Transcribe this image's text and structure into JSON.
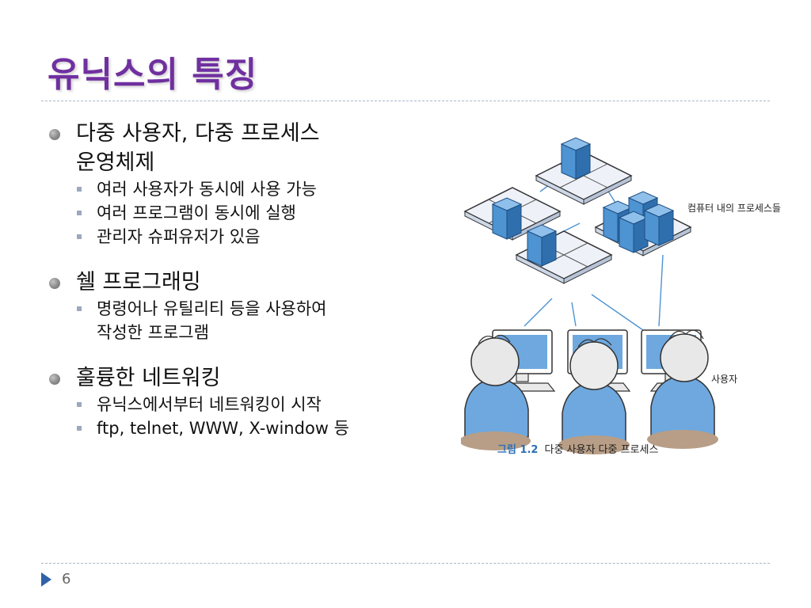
{
  "title": "유닉스의 특징",
  "bullets": [
    {
      "label": "다중 사용자, 다중 프로세스 운영체제",
      "label_lines": [
        "다중 사용자, 다중 프로세스",
        "운영체제"
      ],
      "sub": [
        [
          "여러 사용자가 동시에 사용 가능"
        ],
        [
          "여러 프로그램이 동시에 실행"
        ],
        [
          "관리자 슈퍼유저가 있음"
        ]
      ]
    },
    {
      "label": "쉘 프로그래밍",
      "label_lines": [
        "쉘 프로그래밍"
      ],
      "sub": [
        [
          "명령어나 유틸리티 등을 사용하여",
          "작성한 프로그램"
        ]
      ]
    },
    {
      "label": "훌륭한 네트워킹",
      "label_lines": [
        "훌륭한 네트워킹"
      ],
      "sub": [
        [
          "유닉스에서부터 네트워킹이 시작"
        ],
        [
          "ftp, telnet, WWW, X-window 등"
        ]
      ]
    }
  ],
  "figure": {
    "label_processes": "컴퓨터 내의 프로세스들",
    "label_users": "사용자",
    "caption_number": "그림 1.2",
    "caption_text": "다중 사용자 다중 프로세스"
  },
  "page_number": "6",
  "colors": {
    "title": "#7030a0",
    "bullet": "#8a8a8a",
    "sub_bullet": "#9aa9bd",
    "rule": "#a9b7c9",
    "caption_number": "#2d6fb5",
    "footer_arrow": "#2f62a8",
    "cube": "#4e93d2",
    "shirt": "#6ea8df"
  },
  "icons": {
    "bullet": "gray-circle-icon",
    "sub_bullet": "square-icon",
    "footer": "triangle-right-icon"
  }
}
